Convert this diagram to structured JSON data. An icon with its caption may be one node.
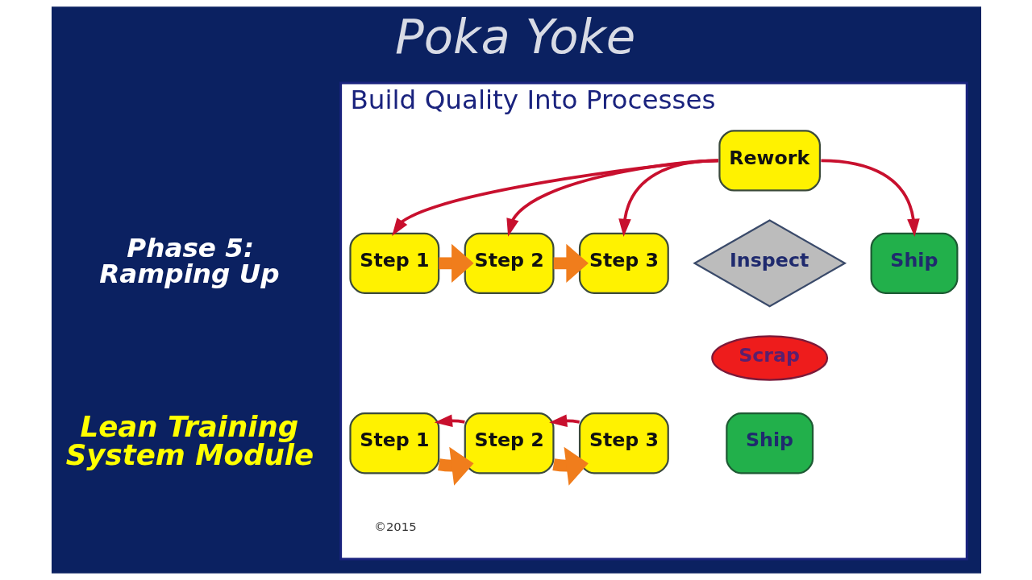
{
  "diagram": {
    "title": "Poka Yoke",
    "nodes": [
      {
        "text": [
          "Build Quality Into Processes"
        ]
      },
      {
        "text": [
          "Rework"
        ],
        "in": 0
      },
      {
        "text": [
          "Step 1"
        ],
        "in": 0
      },
      {
        "text": [
          "Step 2"
        ],
        "in": 0
      },
      {
        "text": [
          "Step 3"
        ],
        "in": 0
      },
      {
        "text": [
          "Inspect"
        ],
        "in": 0
      },
      {
        "text": [
          "Ship"
        ],
        "in": 0
      },
      {
        "text": [
          "Scrap"
        ],
        "in": 0
      },
      {
        "text": [
          "Step 1"
        ],
        "in": 0
      },
      {
        "text": [
          "Step 2"
        ],
        "in": 0
      },
      {
        "text": [
          "Step 3"
        ],
        "in": 0
      },
      {
        "text": [
          "Ship"
        ],
        "in": 0
      }
    ],
    "edges": [
      {
        "from": 2,
        "to": 3,
        "arrow": "to",
        "style": "thick",
        "color": "#f07d1c"
      },
      {
        "from": 3,
        "to": 4,
        "arrow": "to",
        "style": "thick",
        "color": "#f07d1c"
      },
      {
        "from": 1,
        "to": 2,
        "arrow": "to"
      },
      {
        "from": 1,
        "to": 3,
        "arrow": "to"
      },
      {
        "from": 1,
        "to": 4,
        "arrow": "to"
      },
      {
        "from": 1,
        "to": 6,
        "arrow": "to"
      },
      {
        "from": 8,
        "to": 9,
        "arrow": "to",
        "style": "thick",
        "color": "#f07d1c"
      },
      {
        "from": 9,
        "to": 10,
        "arrow": "to",
        "style": "thick",
        "color": "#f07d1c"
      },
      {
        "from": 9,
        "to": 8,
        "arrow": "to"
      },
      {
        "from": 10,
        "to": 9,
        "arrow": "to"
      }
    ],
    "labels": [
      "Phase 5: Ramping Up",
      "Lean Training System Module",
      "©2015"
    ]
  }
}
